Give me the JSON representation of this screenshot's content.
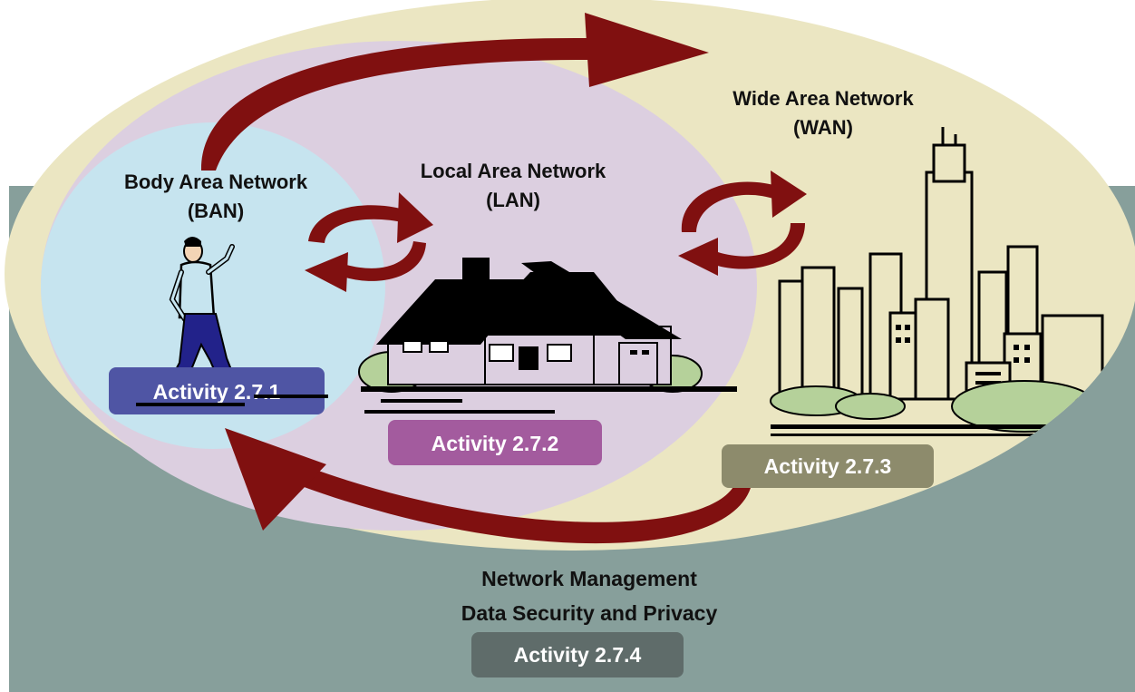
{
  "labels": {
    "ban_line1": "Body Area Network",
    "ban_line2": "(BAN)",
    "lan_line1": "Local Area Network",
    "lan_line2": "(LAN)",
    "wan_line1": "Wide Area Network",
    "wan_line2": "(WAN)",
    "mgmt_line1": "Network Management",
    "mgmt_line2": "Data Security and Privacy"
  },
  "activities": {
    "ban": "Activity 2.7.1",
    "lan": "Activity 2.7.2",
    "wan": "Activity 2.7.3",
    "mgmt": "Activity 2.7.4"
  },
  "colors": {
    "background_band": "#879f9b",
    "wan_ellipse": "#ebe6c2",
    "lan_ellipse": "#dccfe0",
    "ban_ellipse": "#c6e4ef",
    "arrow": "#801010",
    "badge_ban": "#4f55a4",
    "badge_lan": "#a35b9e",
    "badge_wan": "#8d8b6c",
    "badge_mgmt": "#5f6c6a"
  }
}
